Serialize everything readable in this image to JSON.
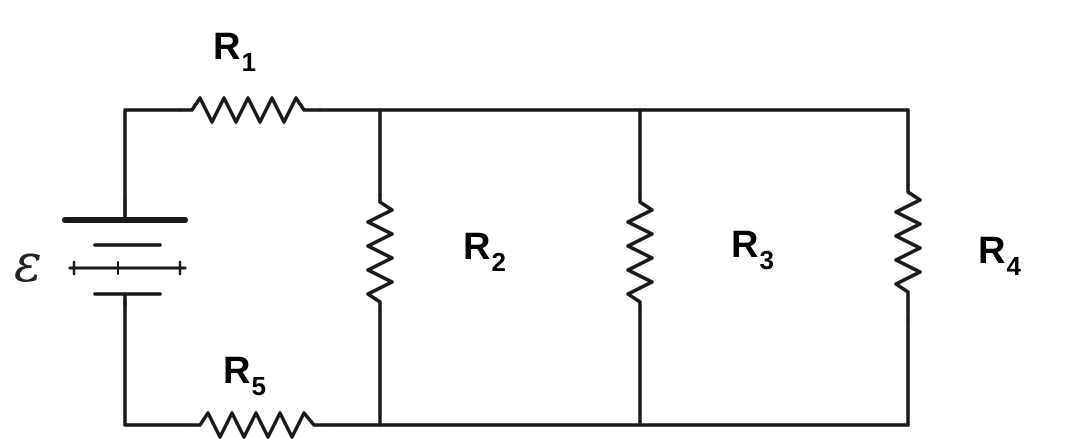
{
  "diagram": {
    "type": "circuit",
    "source": {
      "symbol": "ε"
    },
    "resistors": [
      {
        "id": "r1",
        "letter": "R",
        "subscript": "1"
      },
      {
        "id": "r2",
        "letter": "R",
        "subscript": "2"
      },
      {
        "id": "r3",
        "letter": "R",
        "subscript": "3"
      },
      {
        "id": "r4",
        "letter": "R",
        "subscript": "4"
      },
      {
        "id": "r5",
        "letter": "R",
        "subscript": "5"
      }
    ],
    "topology": {
      "series_with_source": [
        "r1",
        "r5"
      ],
      "parallel_group": [
        "r2",
        "r3",
        "r4"
      ]
    }
  }
}
